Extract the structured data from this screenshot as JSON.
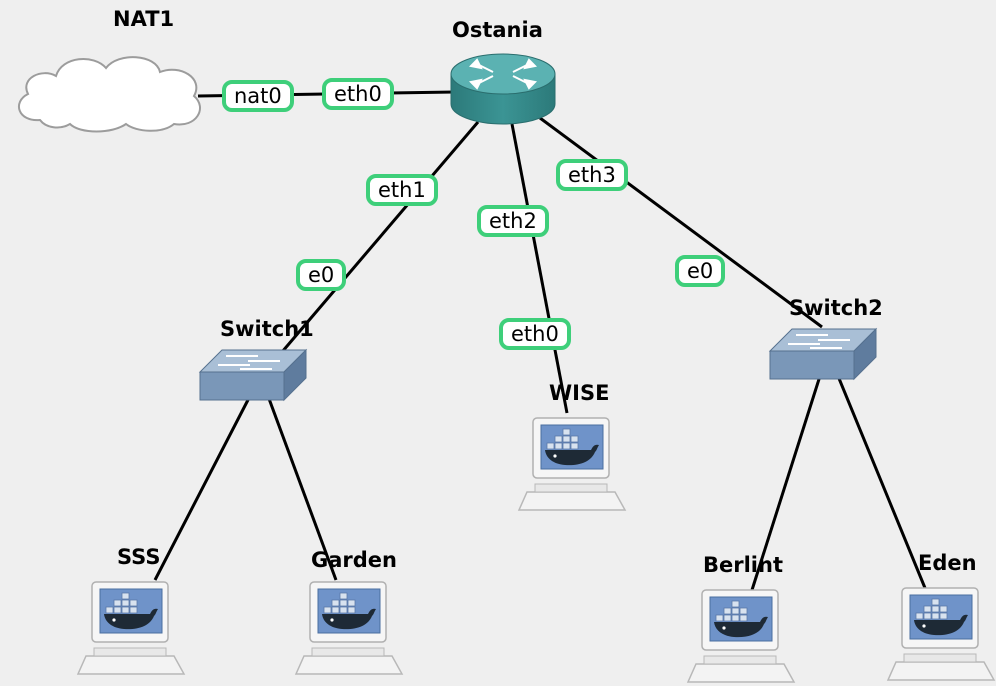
{
  "nodes": {
    "nat1": {
      "label": "NAT1",
      "icon": "cloud-icon"
    },
    "ostania": {
      "label": "Ostania",
      "icon": "router-icon"
    },
    "switch1": {
      "label": "Switch1",
      "icon": "switch-icon"
    },
    "switch2": {
      "label": "Switch2",
      "icon": "switch-icon"
    },
    "wise": {
      "label": "WISE",
      "icon": "docker-host-icon"
    },
    "sss": {
      "label": "SSS",
      "icon": "docker-host-icon"
    },
    "garden": {
      "label": "Garden",
      "icon": "docker-host-icon"
    },
    "berlint": {
      "label": "Berlint",
      "icon": "docker-host-icon"
    },
    "eden": {
      "label": "Eden",
      "icon": "docker-host-icon"
    }
  },
  "ports": {
    "nat1_nat0": "nat0",
    "ostania_eth0": "eth0",
    "ostania_eth1": "eth1",
    "ostania_eth2": "eth2",
    "ostania_eth3": "eth3",
    "switch1_e0": "e0",
    "wise_eth0": "eth0",
    "switch2_e0": "e0"
  },
  "links": [
    {
      "from": "nat1",
      "to": "ostania",
      "from_port": "nat0",
      "to_port": "eth0"
    },
    {
      "from": "ostania",
      "to": "switch1",
      "from_port": "eth1",
      "to_port": "e0"
    },
    {
      "from": "ostania",
      "to": "wise",
      "from_port": "eth2",
      "to_port": "eth0"
    },
    {
      "from": "ostania",
      "to": "switch2",
      "from_port": "eth3",
      "to_port": "e0"
    },
    {
      "from": "switch1",
      "to": "sss"
    },
    {
      "from": "switch1",
      "to": "garden"
    },
    {
      "from": "switch2",
      "to": "berlint"
    },
    {
      "from": "switch2",
      "to": "eden"
    }
  ],
  "colors": {
    "port_border": "#3ecf7a",
    "router": "#3b9494",
    "switch": "#7a97b8",
    "link": "#000000",
    "background": "#efefef"
  }
}
